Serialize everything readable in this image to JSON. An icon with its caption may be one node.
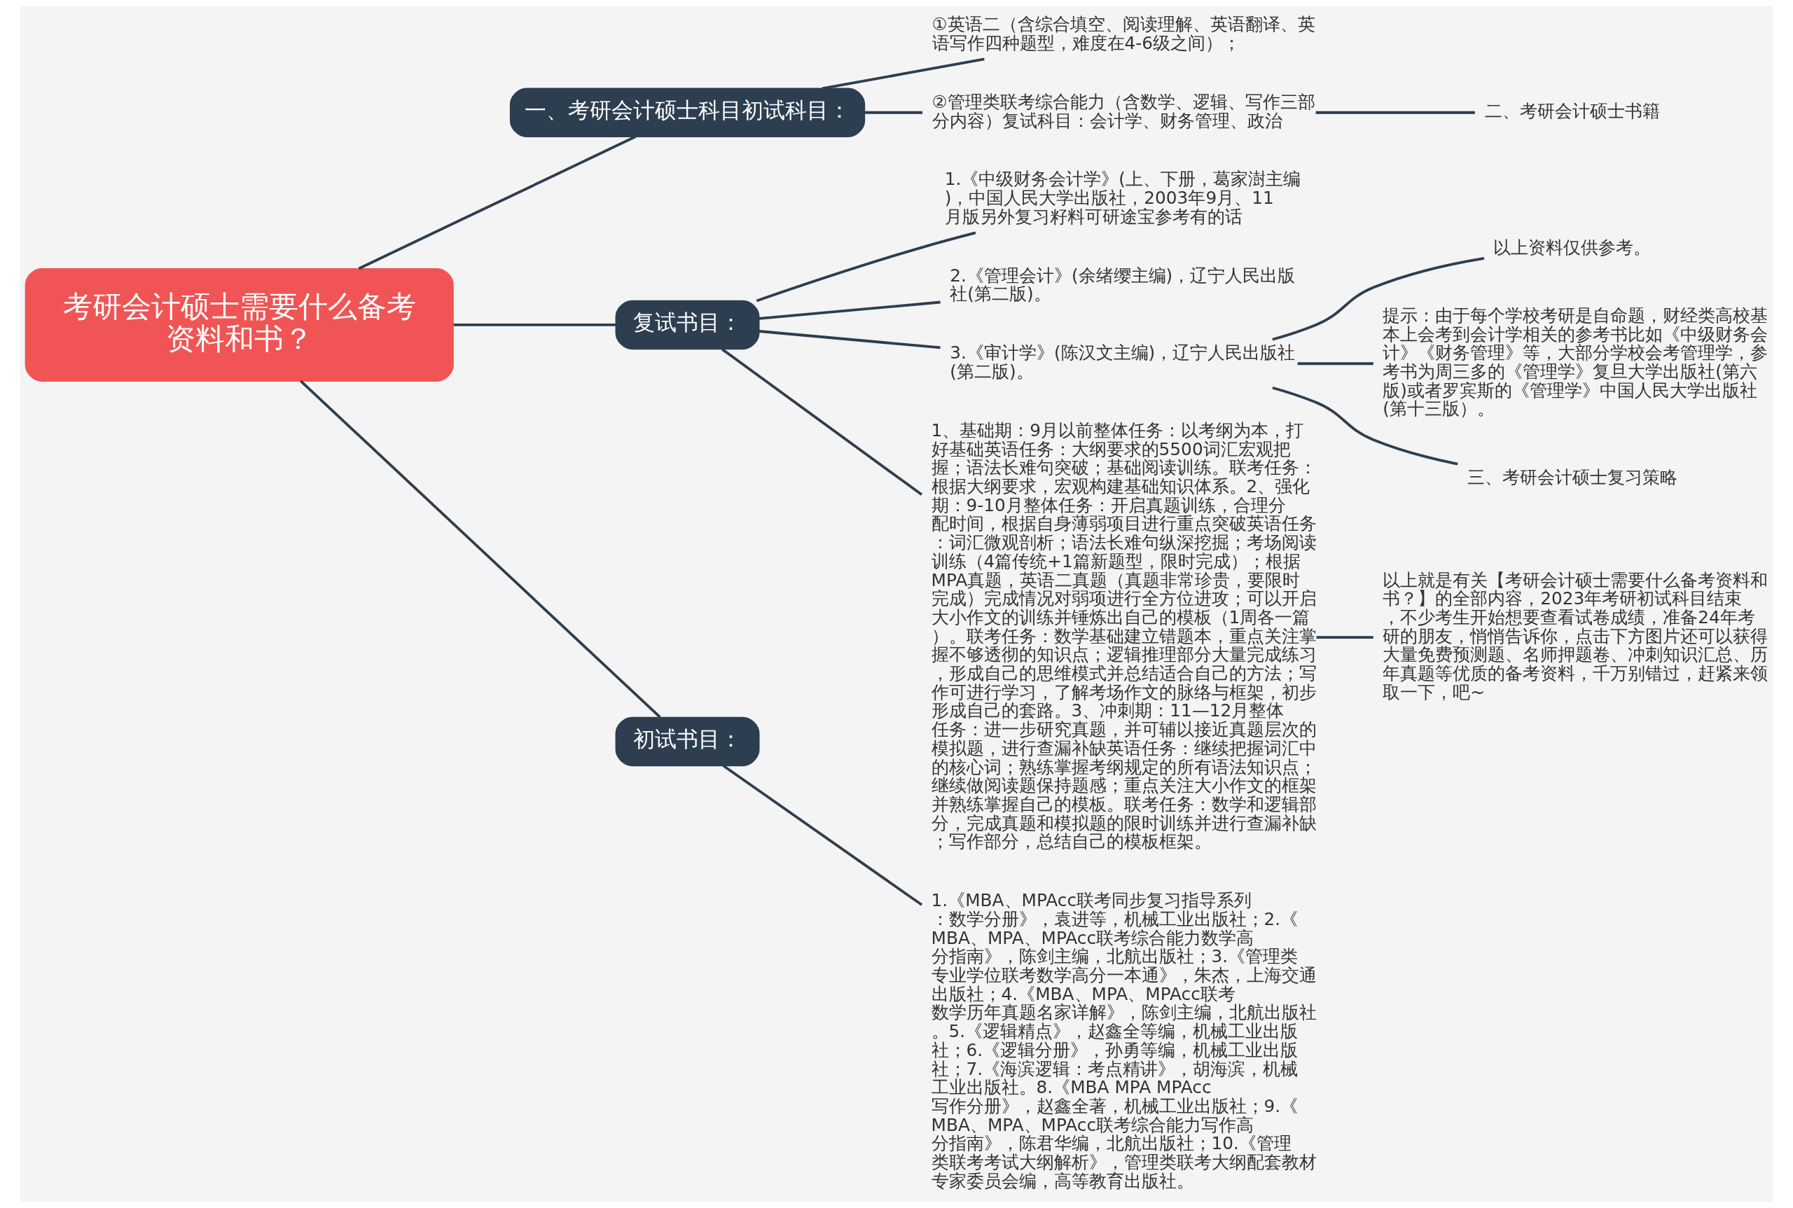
{
  "diagram": {
    "nodes": [
      {
        "text": [
          "考研会计硕士需要什么备考资料和书？"
        ]
      },
      {
        "text": [
          "一、考研会计硕士科目初试科目："
        ]
      },
      {
        "text": [
          "①英语二（含综合填空、阅读理解、英语翻译、英语写作四种题型，难度在4-6级之间）；"
        ]
      },
      {
        "text": [
          "②管理类联考综合能力（含数学、逻辑、写作三部分内容）复试科目：会计学、财务管理、政治"
        ]
      },
      {
        "text": [
          "二、考研会计硕士书籍"
        ]
      },
      {
        "text": [
          "复试书目："
        ]
      },
      {
        "text": [
          "1.《中级财务会计学》(上、下册，葛家澍主编)，中国人民大学出版社，2003年9月、11月版另外复习籽料可研途宝参考有的话"
        ]
      },
      {
        "text": [
          "2.《管理会计》(余绪缨主编)，辽宁人民出版社(第二版)。"
        ]
      },
      {
        "text": [
          "3.《审计学》(陈汉文主编)，辽宁人民出版社(第二版)。"
        ]
      },
      {
        "text": [
          "以上资料仅供参考。"
        ]
      },
      {
        "text": [
          "提示：由于每个学校考研是自命题，财经类高校基本上会考到会计学相关的参考书比如《中级财务会计》《财务管理》等，大部分学校会考管理学，参考书为周三多的《管理学》复旦大学出版社(第六版)或者罗宾斯的《管理学》中国人民大学出版社(第十三版）。"
        ]
      },
      {
        "text": [
          "三、考研会计硕士复习策略"
        ]
      },
      {
        "text": [
          "1、基础期：9月以前整体任务：以考纲为本，打好基础英语任务：大纲要求的5500词汇宏观把握；语法长难句突破；基础阅读训练。联考任务：根据大纲要求，宏观构建基础知识体系。2、强化期：9-10月整体任务：开启真题训练，合理分配时间，根据自身薄弱项目进行重点突破英语任务：词汇微观剖析；语法长难句纵深挖掘；考场阅读训练（4篇传统+1篇新题型，限时完成）；根据MPA真题，英语二真题（真题非常珍贵，要限时完成）完成情况对弱项进行全方位进攻；可以开启大小作文的训练并锤炼出自己的模板（1周各一篇）。联考任务：数学基础建立错题本，重点关注掌握不够透彻的知识点；逻辑推理部分大量完成练习，形成自己的思维模式并总结适合自己的方法；写作可进行学习，了解考场作文的脉络与框架，初步形成自己的套路。3、冲刺期：11—12月整体任务：进一步研究真题，并可辅以接近真题层次的模拟题，进行查漏补缺英语任务：继续把握词汇中的核心词；熟练掌握考纲规定的所有语法知识点；继续做阅读题保持题感；重点关注大小作文的框架并熟练掌握自己的模板。联考任务：数学和逻辑部分，完成真题和模拟题的限时训练并进行查漏补缺；写作部分，总结自己的模板框架。"
        ]
      },
      {
        "text": [
          "以上就是有关【考研会计硕士需要什么备考资料和书？】的全部内容，2023年考研初试科目结束，不少考生开始想要查看试卷成绩，准备24年考研的朋友，悄悄告诉你，点击下方图片还可以获得大量免费预测题、名师押题卷、冲刺知识汇总、历年真题等优质的备考资料，千万别错过，赶紧来领取一下，吧~"
        ]
      },
      {
        "text": [
          "初试书目："
        ]
      },
      {
        "text": [
          "1.《MBA、MPAcc联考同步复习指导系列：数学分册》，袁进等，机械工业出版社；2.《MBA、MPA、MPAcc联考综合能力数学高分指南》，陈剑主编，北航出版社；3.《管理类专业学位联考数学高分一本通》，朱杰，上海交通出版社；4.《MBA、MPA、MPAcc联考数学历年真题名家详解》，陈剑主编，北航出版社。5.《逻辑精点》，赵鑫全等编，机械工业出版社；6.《逻辑分册》，孙勇等编，机械工业出版社；7.《海滨逻辑：考点精讲》，胡海滨，机械工业出版社。8.《MBA MPA MPAcc写作分册》，赵鑫全著，机械工业出版社；9.《MBA、MPA、MPAcc联考综合能力写作高分指南》，陈君华编，北航出版社；10.《管理类联考考试大纲解析》，管理类联考大纲配套教材专家委员会编，高等教育出版社。"
        ]
      }
    ],
    "edges": [
      {
        "from": 0,
        "to": 1,
        "arrow": "none"
      },
      {
        "from": 1,
        "to": 2,
        "arrow": "none"
      },
      {
        "from": 1,
        "to": 3,
        "arrow": "none"
      },
      {
        "from": 3,
        "to": 4,
        "arrow": "none"
      },
      {
        "from": 0,
        "to": 5,
        "arrow": "none"
      },
      {
        "from": 5,
        "to": 6,
        "arrow": "none"
      },
      {
        "from": 5,
        "to": 7,
        "arrow": "none"
      },
      {
        "from": 5,
        "to": 8,
        "arrow": "none"
      },
      {
        "from": 8,
        "to": 9,
        "arrow": "none"
      },
      {
        "from": 8,
        "to": 10,
        "arrow": "none"
      },
      {
        "from": 8,
        "to": 11,
        "arrow": "none"
      },
      {
        "from": 5,
        "to": 12,
        "arrow": "none"
      },
      {
        "from": 12,
        "to": 13,
        "arrow": "none"
      },
      {
        "from": 0,
        "to": 14,
        "arrow": "none"
      },
      {
        "from": 14,
        "to": 15,
        "arrow": "none"
      }
    ]
  }
}
